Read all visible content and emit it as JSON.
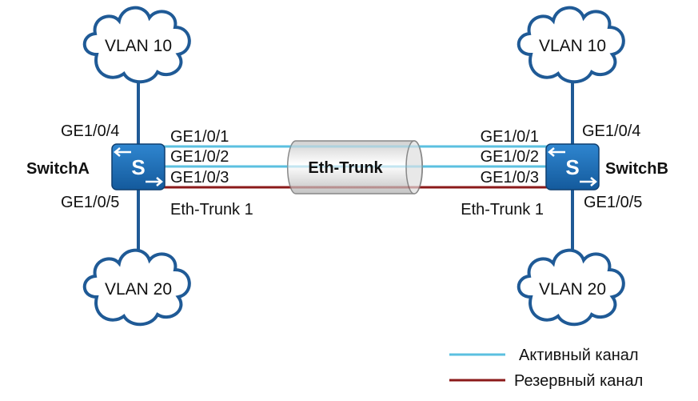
{
  "colors": {
    "active_link": "#5bc0e0",
    "backup_link": "#8b1a1a",
    "cloud_stroke": "#1f5a96",
    "switch_fill": "#1f6fb8",
    "vertical_line": "#1f5a96"
  },
  "clouds": {
    "top_left": "VLAN 10",
    "bottom_left": "VLAN 20",
    "top_right": "VLAN 10",
    "bottom_right": "VLAN 20"
  },
  "switch_a": {
    "name": "SwitchA",
    "icon_letter": "S",
    "port_up": "GE1/0/4",
    "port_down": "GE1/0/5",
    "trunk_ports": [
      "GE1/0/1",
      "GE1/0/2",
      "GE1/0/3"
    ],
    "trunk_label": "Eth-Trunk 1"
  },
  "switch_b": {
    "name": "SwitchB",
    "icon_letter": "S",
    "port_up": "GE1/0/4",
    "port_down": "GE1/0/5",
    "trunk_ports": [
      "GE1/0/1",
      "GE1/0/2",
      "GE1/0/3"
    ],
    "trunk_label": "Eth-Trunk 1"
  },
  "trunk_bundle": "Eth-Trunk",
  "legend": {
    "active": "Активный канал",
    "backup": "Резервный канал"
  }
}
